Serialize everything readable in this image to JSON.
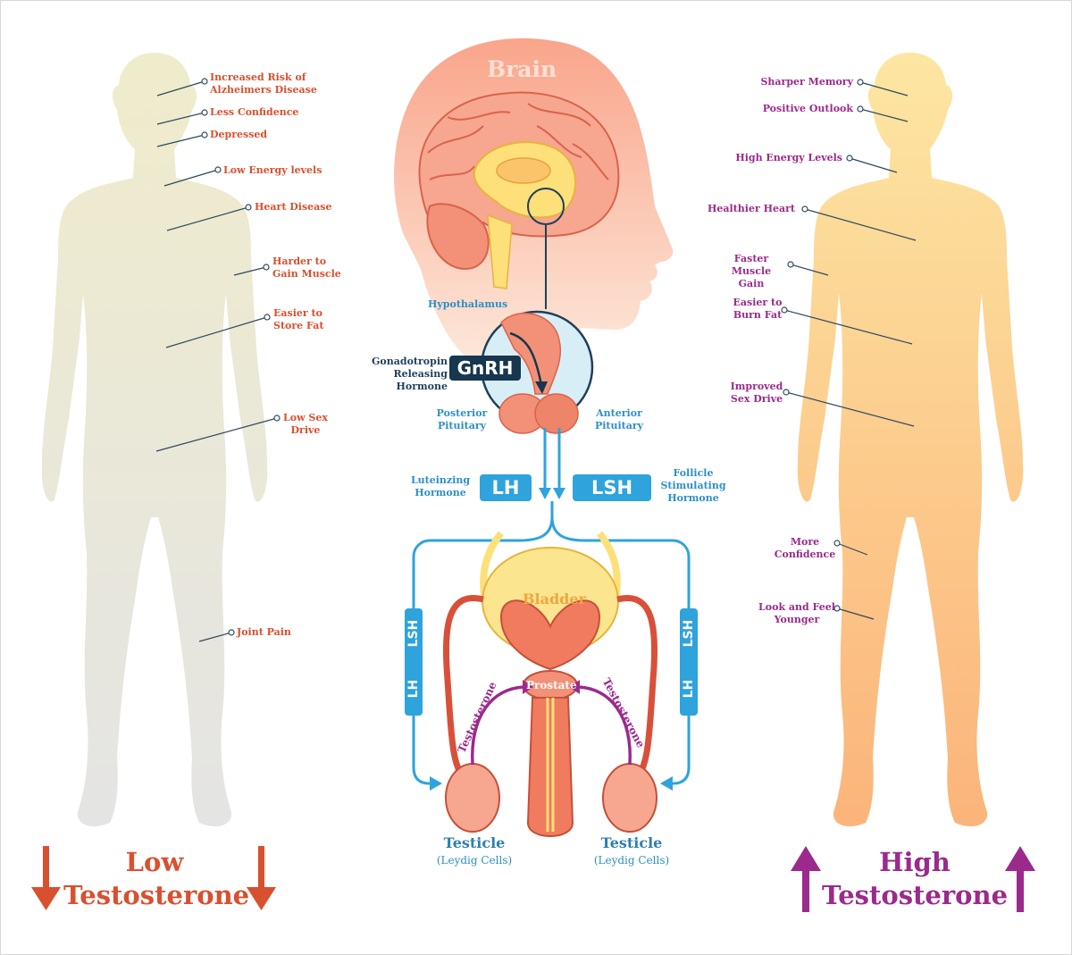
{
  "left_labels": [
    "Increased Risk of\nAlzheimers Disease",
    "Less Confidence",
    "Depressed",
    "Low Energy levels",
    "Heart Disease",
    "Harder to\nGain Muscle",
    "Easier to\nStore Fat",
    "Low Sex\nDrive",
    "Joint Pain"
  ],
  "right_labels": [
    "Sharper Memory",
    "Positive Outlook",
    "High Energy Levels",
    "Healthier Heart",
    "Faster Muscle\nGain",
    "Easier to\nBurn Fat",
    "Improved\nSex Drive",
    "More\nConfidence",
    "Look and Feel\nYounger"
  ],
  "center": {
    "brain": "Brain",
    "hypothalamus": "Hypothalamus",
    "gnrh_desc": "Gonadotropin\nReleasing Hormone",
    "gnrh": "GnRH",
    "posterior_pituitary": "Posterior\nPituitary",
    "anterior_pituitary": "Anterior\nPituitary",
    "lh_desc": "Luteinzing\nHormone",
    "lh": "LH",
    "lsh": "LSH",
    "lsh_desc": "Follicle\nStimulating\nHormone",
    "bladder": "Bladder",
    "prostate": "Prostate",
    "testosterone": "Testosterone",
    "testicle": "Testicle",
    "leydig": "(Leydig Cells)"
  },
  "low_title": "Low\nTestosterone",
  "high_title": "High\nTestosterone",
  "colors": {
    "low": "#d9502f",
    "high": "#9b2a8c",
    "hormone_blue": "#2ea3dc",
    "gnrh_navy": "#17364f"
  }
}
